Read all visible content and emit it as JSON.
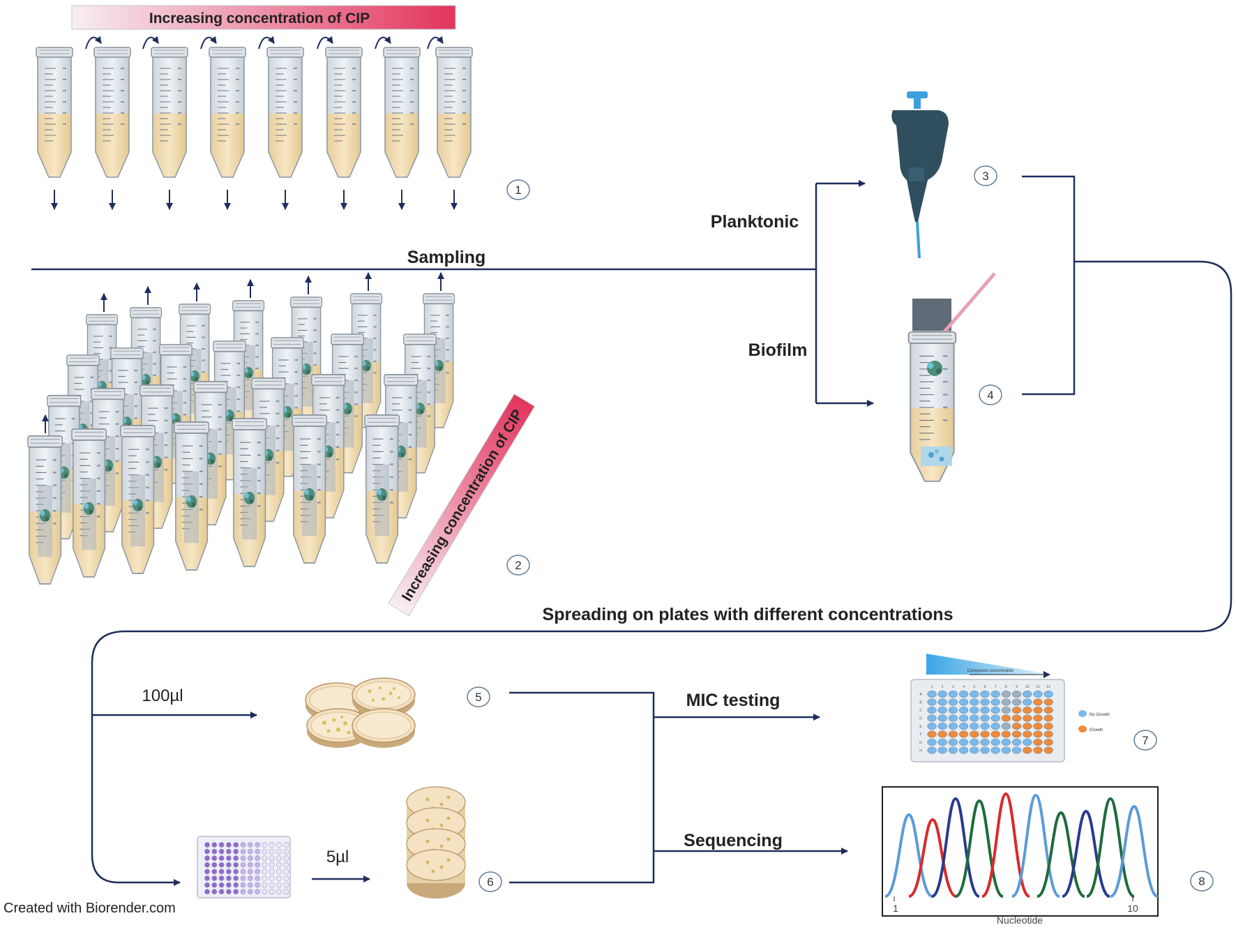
{
  "banners": {
    "top": "Increasing concentration of CIP",
    "diagonal": "Increasing concentration of CIP"
  },
  "labels": {
    "sampling": "Sampling",
    "planktonic": "Planktonic",
    "biofilm": "Biofilm",
    "spreading": "Spreading on plates with different concentrations",
    "volume_100": "100µl",
    "volume_5": "5µl",
    "mic": "MIC testing",
    "sequencing": "Sequencing",
    "credit": "Created with Biorender.com"
  },
  "steps": [
    "1",
    "2",
    "3",
    "4",
    "5",
    "6",
    "7",
    "8"
  ],
  "mic_plate": {
    "header": "Compound concentration",
    "legend_no_growth": "No Growth",
    "legend_growth": "Growth",
    "rows": [
      "A",
      "B",
      "C",
      "D",
      "E",
      "F",
      "G",
      "H"
    ],
    "cols": [
      "1",
      "2",
      "3",
      "4",
      "5",
      "6",
      "7",
      "8",
      "9",
      "10",
      "11",
      "12"
    ]
  },
  "chromatogram": {
    "xlabel": "Nucleotide",
    "tick_start": "1",
    "tick_end": "10"
  },
  "colors": {
    "navy": "#1f2d5a",
    "tube_liquid": "#f1dcb4",
    "banner_start": "#f2e6ee",
    "banner_end": "#e3345c",
    "pipette": "#2f4f5e",
    "tip_blue": "#3ca0de",
    "no_growth": "#7cb9ea",
    "growth": "#ef8a3c",
    "trace_blue": "#5b9bd8",
    "trace_red": "#d92a2a",
    "trace_navy": "#2a3a8f",
    "trace_green": "#1e6b3c"
  }
}
